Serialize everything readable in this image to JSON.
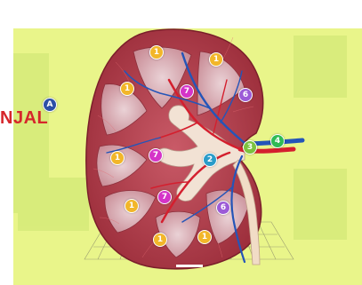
{
  "colors": {
    "background_panel": "#e9f58a",
    "cortex": "#b63d4a",
    "medulla": "#d7a0a8",
    "pelvis": "#f2e2d4",
    "artery": "#d41f2e",
    "vein": "#2455b8",
    "ureter": "#f1dcc6",
    "badge_1": "#f2b62a",
    "badge_2": "#2a9cc9",
    "badge_3": "#7cc23f",
    "badge_4": "#2fbb55",
    "badge_6": "#9c5bd7",
    "badge_7": "#d534c8",
    "badge_A": "#2c4fa6",
    "heading": "#d6262b"
  },
  "heading": {
    "fragment": "NJAL",
    "badge": "A"
  },
  "markers": [
    {
      "id": "m1a",
      "num": "1",
      "kind": "badge_1"
    },
    {
      "id": "m1b",
      "num": "1",
      "kind": "badge_1"
    },
    {
      "id": "m1c",
      "num": "1",
      "kind": "badge_1"
    },
    {
      "id": "m1d",
      "num": "1",
      "kind": "badge_1"
    },
    {
      "id": "m1e",
      "num": "1",
      "kind": "badge_1"
    },
    {
      "id": "m1f",
      "num": "1",
      "kind": "badge_1"
    },
    {
      "id": "m1g",
      "num": "1",
      "kind": "badge_1"
    },
    {
      "id": "m2",
      "num": "2",
      "kind": "badge_2"
    },
    {
      "id": "m3",
      "num": "3",
      "kind": "badge_3"
    },
    {
      "id": "m4",
      "num": "4",
      "kind": "badge_4"
    },
    {
      "id": "m6a",
      "num": "6",
      "kind": "badge_6"
    },
    {
      "id": "m6b",
      "num": "6",
      "kind": "badge_6"
    },
    {
      "id": "m7a",
      "num": "7",
      "kind": "badge_7"
    },
    {
      "id": "m7b",
      "num": "7",
      "kind": "badge_7"
    },
    {
      "id": "m7c",
      "num": "7",
      "kind": "badge_7"
    }
  ]
}
